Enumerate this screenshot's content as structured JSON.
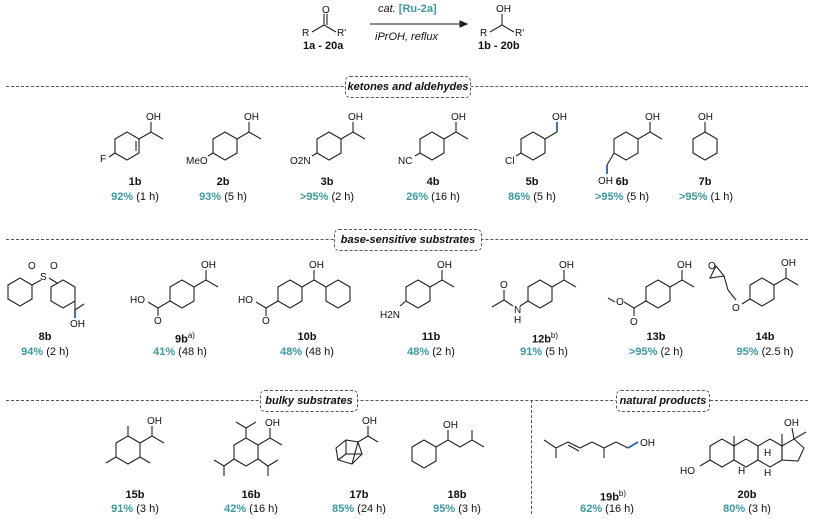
{
  "scheme": {
    "reactant_id": "1a - 20a",
    "product_id": "1b - 20b",
    "cond_cat": "cat.",
    "cond_catalyst": "[Ru-2a]",
    "cond_solvent": "iPrOH, reflux"
  },
  "sections": {
    "ketones": "ketones and aldehydes",
    "base": "base-sensitive substrates",
    "bulky": "bulky substrates",
    "natural": "natural products"
  },
  "compounds": [
    {
      "id": "1b",
      "yield": "92%",
      "time": "(1 h)"
    },
    {
      "id": "2b",
      "yield": "93%",
      "time": "(5 h)"
    },
    {
      "id": "3b",
      "yield": ">95%",
      "time": "(2 h)"
    },
    {
      "id": "4b",
      "yield": "26%",
      "time": "(16 h)"
    },
    {
      "id": "5b",
      "yield": "86%",
      "time": "(5 h)"
    },
    {
      "id": "6b",
      "yield": ">95%",
      "time": "(5 h)"
    },
    {
      "id": "7b",
      "yield": ">95%",
      "time": "(1 h)"
    },
    {
      "id": "8b",
      "yield": "94%",
      "time": "(2 h)"
    },
    {
      "id": "9b",
      "note": "a)",
      "yield": "41%",
      "time": "(48 h)"
    },
    {
      "id": "10b",
      "yield": "48%",
      "time": "(48 h)"
    },
    {
      "id": "11b",
      "yield": "48%",
      "time": "(2 h)"
    },
    {
      "id": "12b",
      "note": "b)",
      "yield": "91%",
      "time": "(5 h)"
    },
    {
      "id": "13b",
      "yield": ">95%",
      "time": "(2 h)"
    },
    {
      "id": "14b",
      "yield": "95%",
      "time": "(2.5 h)"
    },
    {
      "id": "15b",
      "yield": "91%",
      "time": "(3 h)"
    },
    {
      "id": "16b",
      "yield": "42%",
      "time": "(16 h)"
    },
    {
      "id": "17b",
      "yield": "85%",
      "time": "(24 h)"
    },
    {
      "id": "18b",
      "yield": "95%",
      "time": "(3 h)"
    },
    {
      "id": "19b",
      "note": "b)",
      "yield": "62%",
      "time": "(16 h)"
    },
    {
      "id": "20b",
      "yield": "80%",
      "time": "(3 h)"
    }
  ],
  "atoms": {
    "oh": "OH",
    "o": "O",
    "r": "R",
    "rp": "R'",
    "f": "F",
    "meo": "MeO",
    "no2": "O2N",
    "nc": "NC",
    "cl": "Cl",
    "s": "S",
    "ho": "HO",
    "h2n": "H2N",
    "n": "N",
    "h": "H"
  }
}
